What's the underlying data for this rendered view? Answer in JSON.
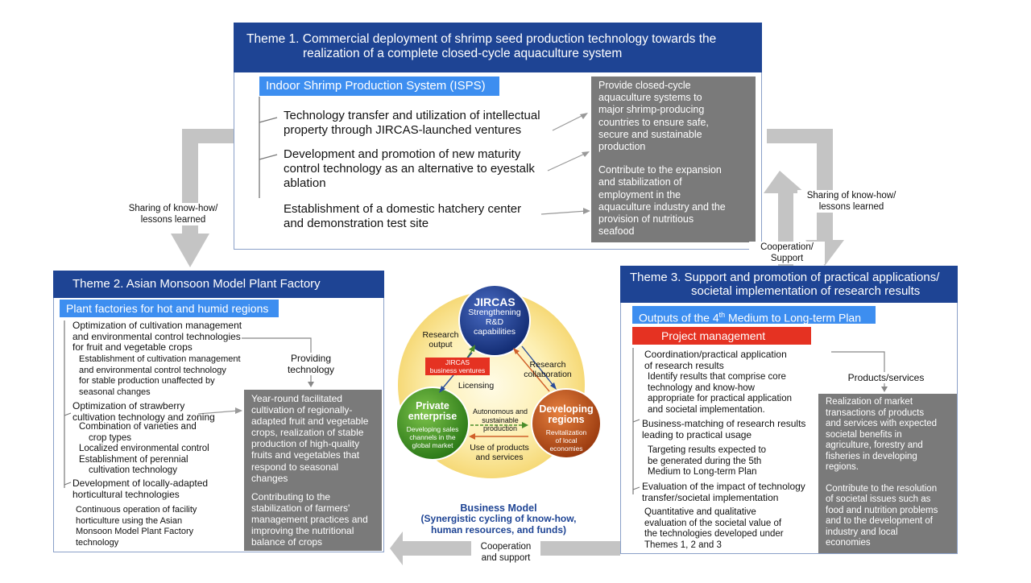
{
  "theme1": {
    "title_line1": "Theme 1. Commercial deployment of shrimp seed production technology towards the",
    "title_line2": "realization of a complete closed-cycle aquaculture system",
    "subheading": "Indoor Shrimp Production System (ISPS)",
    "items": [
      {
        "line1": "Technology transfer and utilization of intellectual",
        "line2": "property through JIRCAS-launched ventures",
        "line3": ""
      },
      {
        "line1": "Development and promotion of new maturity",
        "line2": "control technology as an alternative to eyestalk",
        "line3": "ablation"
      },
      {
        "line1": "Establishment of a domestic hatchery center",
        "line2": "and demonstration test site",
        "line3": ""
      }
    ],
    "outcome1": [
      "Provide closed-cycle",
      "aquaculture systems to",
      "major shrimp-producing",
      "countries to ensure safe,",
      "secure and sustainable",
      "production"
    ],
    "outcome2": [
      "Contribute to the expansion",
      "and stabilization of",
      "employment in the",
      "aquaculture industry and the",
      "provision of nutritious",
      "seafood"
    ]
  },
  "theme2": {
    "title": "Theme 2. Asian Monsoon Model Plant Factory",
    "subheading": "Plant factories for hot and humid regions",
    "item1": [
      "Optimization of cultivation management",
      "and environmental control technologies",
      "for fruit and vegetable crops"
    ],
    "item1_sub": [
      "Establishment of cultivation management",
      "and environmental control technology",
      "for stable production unaffected by",
      "seasonal changes"
    ],
    "item2": [
      "Optimization of strawberry",
      "cultivation technology and zoning"
    ],
    "item2_sub": [
      "Combination of varieties and",
      "crop types",
      "Localized environmental control",
      "Establishment of perennial",
      "cultivation technology"
    ],
    "item3": [
      "Development of locally-adapted",
      "horticultural technologies"
    ],
    "item3_sub": [
      "Continuous operation of facility",
      "horticulture using the Asian",
      "Monsoon Model Plant Factory",
      "technology"
    ],
    "providing": [
      "Providing",
      "technology"
    ],
    "outcome1": [
      "Year-round facilitated",
      "cultivation of regionally-",
      "adapted fruit and vegetable",
      "crops, realization of stable",
      "production of high-quality",
      "fruits and vegetables that",
      "respond to seasonal",
      "changes"
    ],
    "outcome2": [
      "Contributing to the",
      "stabilization of farmers'",
      "management practices and",
      "improving the nutritional",
      "balance of crops"
    ]
  },
  "theme3": {
    "title_line1": "Theme 3. Support and promotion of practical applications/",
    "title_line2": "societal implementation of research results",
    "sub_pre": "Outputs of the 4",
    "sub_sup": "th",
    "sub_post": " Medium to Long-term Plan",
    "redhead": "Project management",
    "item1": [
      "Coordination/practical application",
      "of research results"
    ],
    "item1_sub": [
      "Identify results that comprise core",
      "technology and know-how",
      "appropriate for practical application",
      "and societal implementation."
    ],
    "item2": [
      "Business-matching of research results",
      "leading to practical usage"
    ],
    "item2_sub": [
      "Targeting results expected to",
      "be generated during the 5th",
      "Medium to Long-term Plan"
    ],
    "item3": [
      "Evaluation of the impact of technology",
      "transfer/societal implementation"
    ],
    "item3_sub": [
      "Quantitative and qualitative",
      "evaluation of the societal value of",
      "the technologies developed under",
      "Themes 1, 2 and 3"
    ],
    "products": "Products/services",
    "outcome1": [
      "Realization of market",
      "transactions of products",
      "and services with expected",
      "societal benefits in",
      "agriculture, forestry and",
      "fisheries in developing",
      "regions."
    ],
    "outcome2": [
      "Contribute to the resolution",
      "of societal issues such as",
      "food and nutrition problems",
      "and to the development of",
      "industry and local",
      "economies"
    ]
  },
  "center": {
    "jircas_title": "JIRCAS",
    "jircas_sub": [
      "Strengthening",
      "R&D",
      "capabilities"
    ],
    "private_title": [
      "Private",
      "enterprise"
    ],
    "private_sub": [
      "Developing sales",
      "channels in the",
      "global market"
    ],
    "developing_title": [
      "Developing",
      "regions"
    ],
    "developing_sub": [
      "Revitalization",
      "of local",
      "economies"
    ],
    "research_output": [
      "Research",
      "output"
    ],
    "ventures": [
      "JIRCAS",
      "business ventures"
    ],
    "licensing": "Licensing",
    "research_collab": [
      "Research",
      "collaboration"
    ],
    "autonomous": [
      "Autonomous and",
      "sustainable production"
    ],
    "use_products": [
      "Use of products",
      "and services"
    ],
    "model_title": "Business Model",
    "model_sub": [
      "(Synergistic cycling of know-how,",
      "human resources, and funds)"
    ]
  },
  "flows": {
    "sharing_left": [
      "Sharing of know-how/",
      "lessons learned"
    ],
    "sharing_right": [
      "Sharing of know-how/",
      "lessons learned"
    ],
    "cooperation_support": [
      "Cooperation/",
      "Support"
    ],
    "cooperation_bottom": [
      "Cooperation",
      "and support"
    ]
  },
  "colors": {
    "theme_header": "#1e4494",
    "subheading": "#3d8ef0",
    "project_management": "#e53222",
    "outcome_box": "#7a7a7a",
    "flow_arrow": "#c4c4c4",
    "jircas_circle": "#1f3f8f",
    "private_circle": "#4c9a2a",
    "developing_circle": "#c2521b"
  }
}
